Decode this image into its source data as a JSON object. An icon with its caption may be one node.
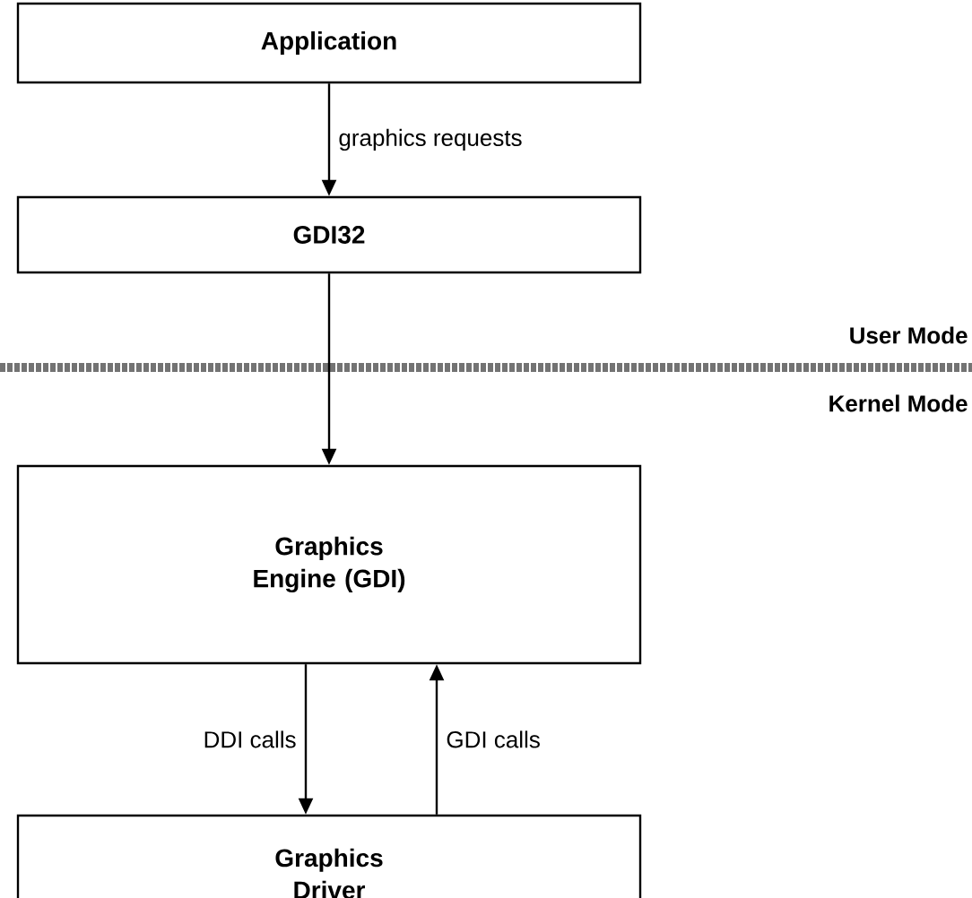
{
  "diagram": {
    "nodes": [
      {
        "text": [
          "Application"
        ]
      },
      {
        "text": [
          "GDI32"
        ]
      },
      {
        "text": [
          "Graphics Engine (GDI)"
        ]
      },
      {
        "text": [
          "Graphics Driver"
        ]
      }
    ],
    "edges": [
      {
        "from": 0,
        "to": 1,
        "arrow": "to",
        "label": "graphics requests"
      },
      {
        "from": 1,
        "to": 2,
        "arrow": "to"
      },
      {
        "from": 2,
        "to": 3,
        "arrow": "to",
        "label": "DDI calls"
      },
      {
        "from": 3,
        "to": 2,
        "arrow": "to",
        "label": "GDI calls"
      }
    ],
    "labels": [
      "User Mode",
      "Kernel Mode"
    ]
  }
}
